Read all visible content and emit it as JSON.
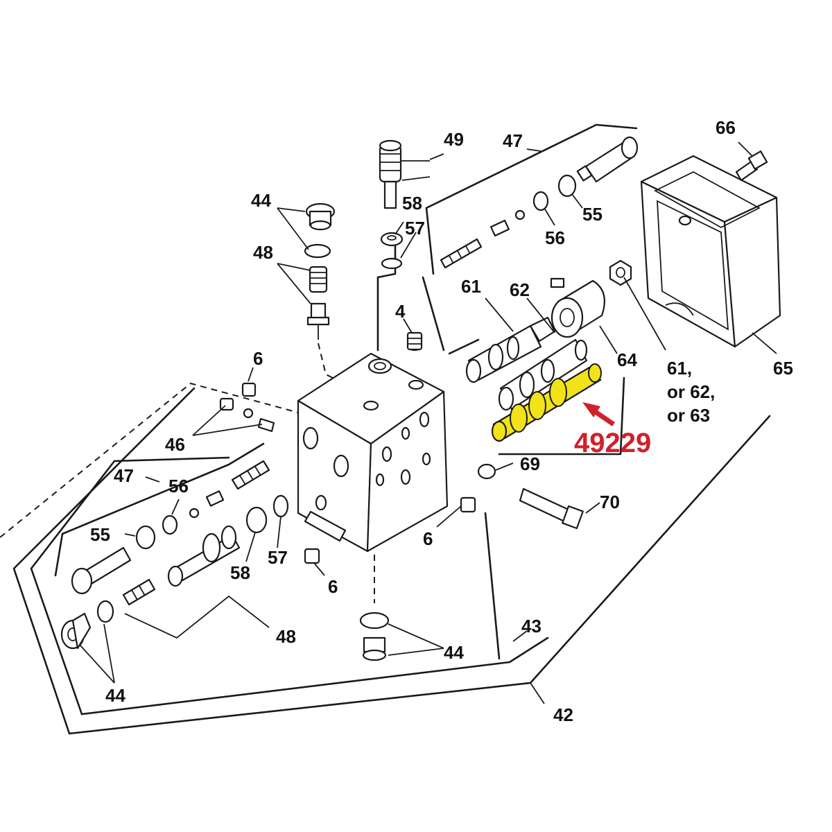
{
  "labels": {
    "l49": "49",
    "l47_top": "47",
    "l66": "66",
    "l44_top": "44",
    "l58_top": "58",
    "l57_top": "57",
    "l55_top": "55",
    "l56_top": "56",
    "l48_top": "48",
    "l61": "61",
    "l62": "62",
    "l4": "4",
    "l6_top": "6",
    "l64": "64",
    "l61_or_1": "61,",
    "l61_or_2": "or 62,",
    "l61_or_3": "or 63",
    "l65": "65",
    "l46": "46",
    "l47_left": "47",
    "l56_left": "56",
    "l69": "69",
    "l70": "70",
    "l55_left": "55",
    "l6_right": "6",
    "l57_left": "57",
    "l58_left": "58",
    "l6_bottom": "6",
    "l43": "43",
    "l48_bottom": "48",
    "l44_bottom_right": "44",
    "l44_bottom_left": "44",
    "l42": "42"
  },
  "highlight": {
    "part_number": "49229",
    "color": "#d0202a",
    "part_fill": "#f2e21a"
  }
}
